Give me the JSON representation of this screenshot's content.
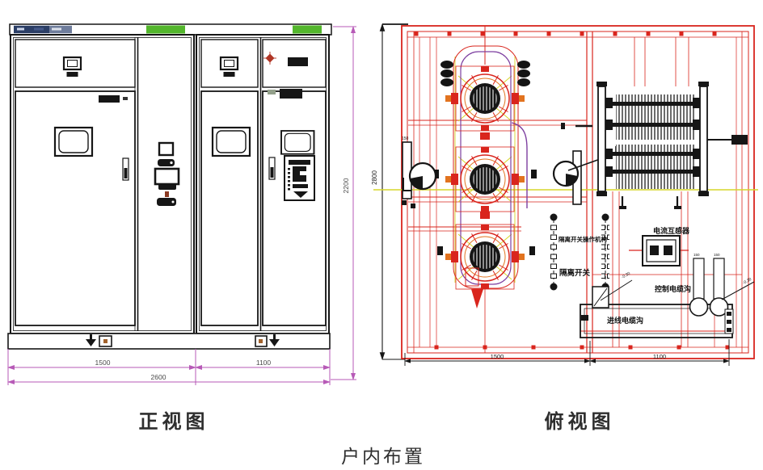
{
  "caption": "户内布置",
  "front_view": {
    "title": "正视图",
    "dim_left_width": "1500",
    "dim_right_width": "1100",
    "dim_total_width": "2600",
    "dim_height": "2200"
  },
  "top_view": {
    "title": "俯视图",
    "dim_left_width": "1500",
    "dim_right_width": "1100",
    "dim_depth": "2800",
    "labels": {
      "mechanism": "隔离开关操作机构",
      "disconnector": "隔离开关",
      "current_transformer": "电流互感器",
      "control_cable_trench": "控制电缆沟",
      "incoming_cable_trench": "进线电缆沟"
    },
    "micro_dims": {
      "d1": "150",
      "d2": "150",
      "d3": "150"
    },
    "elevations": {
      "e1": "-0.30",
      "e2": "-0.30"
    }
  },
  "colors": {
    "frame_red": "#d9251d",
    "dim_magenta": "#b75ab7",
    "green_bar": "#53b62c",
    "navy_badge": "#2b3e66",
    "yellow_line": "#d6d62a",
    "purple_line": "#7d3fa0",
    "orange_accent": "#e2731f"
  }
}
